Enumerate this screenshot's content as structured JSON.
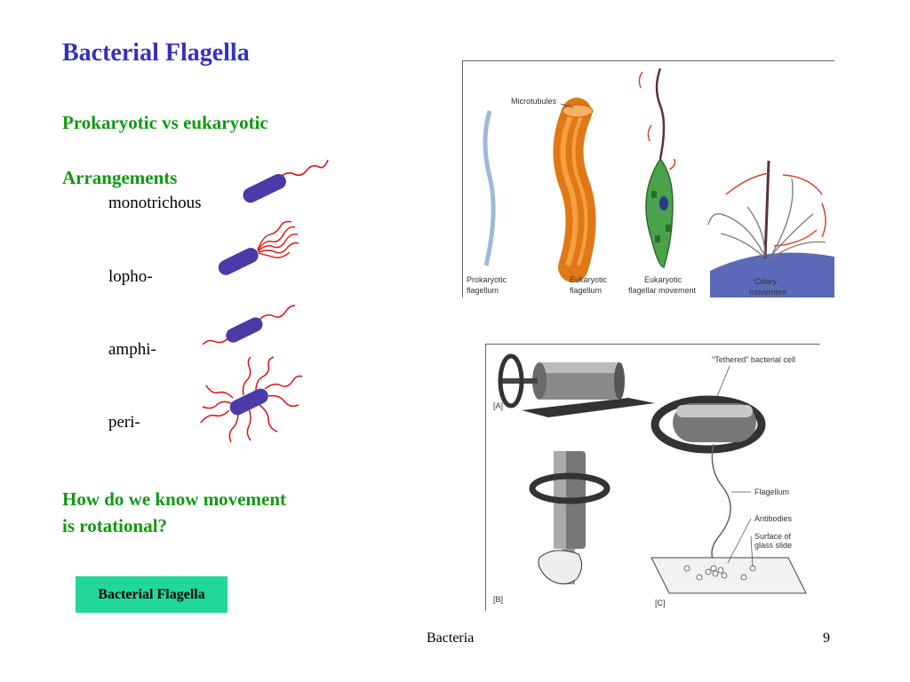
{
  "slide": {
    "title": "Bacterial Flagella",
    "subheading1": "Prokaryotic vs eukaryotic",
    "subheading2": "Arrangements",
    "arrangements": [
      "monotrichous",
      "lopho-",
      "amphi-",
      "peri-"
    ],
    "question_line1": "How do we know movement",
    "question_line2": "is rotational?",
    "button_label": "Bacterial Flagella",
    "footer_center": "Bacteria",
    "page_number": "9"
  },
  "figure_top": {
    "labels": {
      "microtubules": "Microtubules",
      "prok1": "Prokaryotic",
      "prok2": "flagellum",
      "euk1": "Eukaryotic",
      "euk2": "flagellum",
      "eukmov1": "Eukaryotic",
      "eukmov2": "flagellar movement",
      "cil1": "Ciliary",
      "cil2": "movement"
    }
  },
  "figure_bottom": {
    "labels": {
      "panelA": "[A]",
      "panelB": "[B]",
      "panelC": "[C]",
      "tethered": "\"Tethered\" bacterial cell",
      "flagellum": "Flagellum",
      "antibodies": "Antibodies",
      "surface1": "Surface of",
      "surface2": "glass slide"
    }
  },
  "colors": {
    "title": "#3333bb",
    "subheading": "#119911",
    "bacterium": "#4b3aa8",
    "flagellum": "#dd1111",
    "button": "#22d79a"
  }
}
